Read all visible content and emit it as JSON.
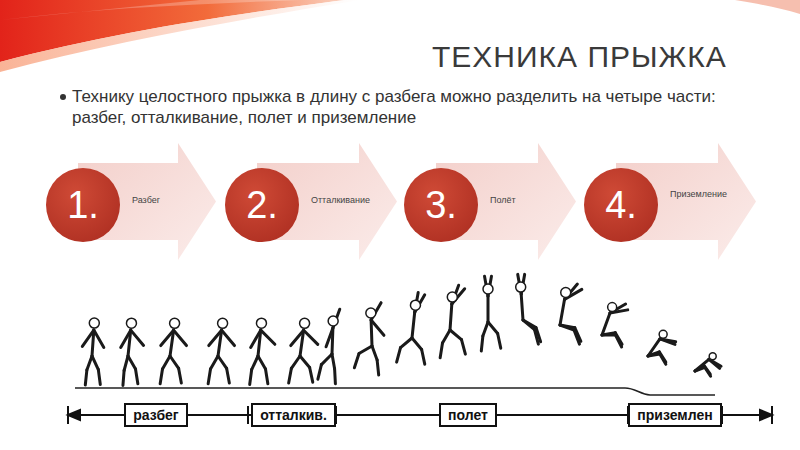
{
  "diagram": {
    "title": "ТЕХНИКА ПРЫЖКА",
    "nodes": [
      {
        "text": [
          "Разбег"
        ]
      },
      {
        "text": [
          "1."
        ],
        "in": 0
      },
      {
        "text": [
          "Отталкивание"
        ]
      },
      {
        "text": [
          "2."
        ],
        "in": 2
      },
      {
        "text": [
          "Полёт"
        ]
      },
      {
        "text": [
          "3."
        ],
        "in": 4
      },
      {
        "text": [
          "Приземление"
        ]
      },
      {
        "text": [
          "4."
        ],
        "in": 6
      },
      {
        "text": [
          "разбег"
        ]
      },
      {
        "text": [
          "отталкив."
        ]
      },
      {
        "text": [
          "полет"
        ]
      },
      {
        "text": [
          "приземлен"
        ]
      }
    ],
    "labels": [
      "Технику целостного прыжка в длину с разбега можно разделить на четыре части: разбег, отталкивание, полет и приземление"
    ]
  }
}
